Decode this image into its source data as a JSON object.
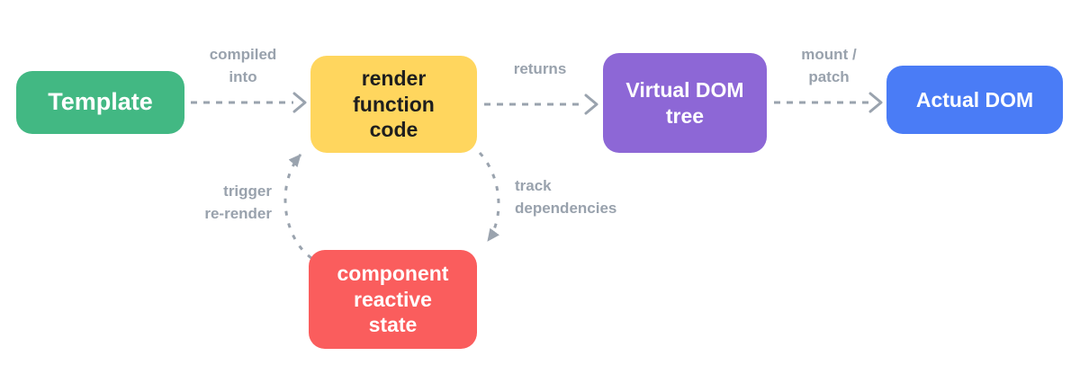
{
  "diagram": {
    "title": "render pipeline diagram",
    "background": "#ffffff",
    "arrow_color": "#9aa3ae",
    "label_color": "#99a2ad",
    "nodes": {
      "template": {
        "label": "Template",
        "color": "#42b883",
        "text_color": "#ffffff"
      },
      "render_function": {
        "label": "render\nfunction\ncode",
        "color": "#ffd65e",
        "text_color": "#1e1e1e"
      },
      "virtual_dom": {
        "label": "Virtual DOM\ntree",
        "color": "#8d67d6",
        "text_color": "#ffffff"
      },
      "actual_dom": {
        "label": "Actual DOM",
        "color": "#4a7cf6",
        "text_color": "#ffffff"
      },
      "reactive_state": {
        "label": "component\nreactive\nstate",
        "color": "#fa5d5d",
        "text_color": "#ffffff"
      }
    },
    "edge_labels": {
      "compiled_into": "compiled\ninto",
      "returns": "returns",
      "mount_patch": "mount /\npatch",
      "trigger_rerender": "trigger\nre-render",
      "track_dependencies": "track\ndependencies"
    }
  }
}
